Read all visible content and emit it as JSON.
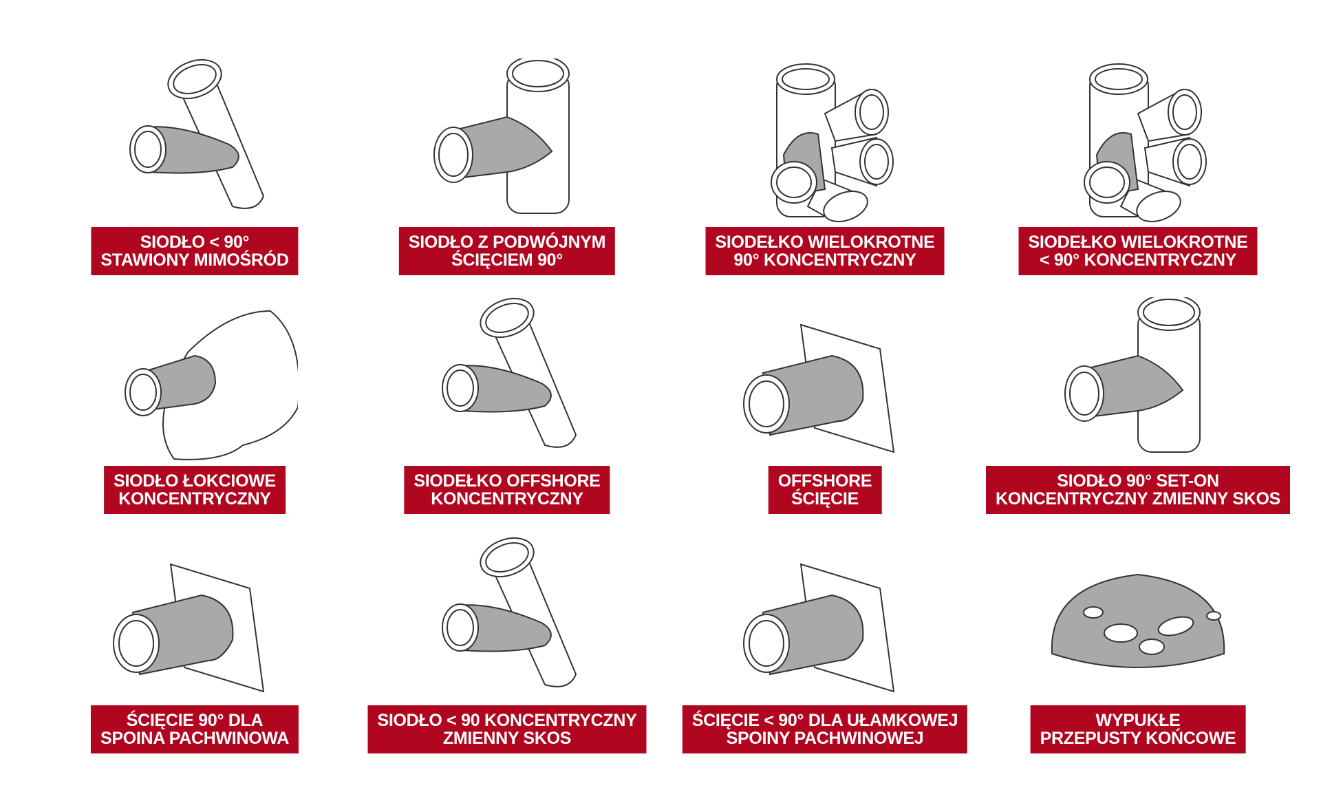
{
  "items": [
    {
      "lines": [
        "SIODŁO < 90°",
        "STAWIONY MIMOŚRÓD"
      ],
      "illustration": "angled-saddle-icon"
    },
    {
      "lines": [
        "SIODŁO Z PODWÓJNYM",
        "ŚCIĘCIEM 90°"
      ],
      "illustration": "tee-saddle-icon"
    },
    {
      "lines": [
        "SIODEŁKO WIELOKROTNE",
        "90° KONCENTRYCZNY"
      ],
      "illustration": "multi-saddle-icon"
    },
    {
      "lines": [
        "SIODEŁKO WIELOKROTNE",
        "< 90° KONCENTRYCZNY"
      ],
      "illustration": "multi-saddle-icon"
    },
    {
      "lines": [
        "SIODŁO ŁOKCIOWE",
        "KONCENTRYCZNY"
      ],
      "illustration": "elbow-saddle-icon"
    },
    {
      "lines": [
        "SIODEŁKO OFFSHORE",
        "KONCENTRYCZNY"
      ],
      "illustration": "angled-saddle-icon"
    },
    {
      "lines": [
        "OFFSHORE",
        "ŚCIĘCIE"
      ],
      "illustration": "plate-cut-icon"
    },
    {
      "lines": [
        "SIODŁO 90° SET-ON",
        "KONCENTRYCZNY ZMIENNY SKOS"
      ],
      "illustration": "tee-saddle-icon"
    },
    {
      "lines": [
        "ŚCIĘCIE 90° DLA",
        "SPOINA PACHWINOWA"
      ],
      "illustration": "plate-cut-icon"
    },
    {
      "lines": [
        "SIODŁO < 90 KONCENTRYCZNY",
        "ZMIENNY SKOS"
      ],
      "illustration": "angled-saddle-icon"
    },
    {
      "lines": [
        "ŚCIĘCIE < 90° DLA UŁAMKOWEJ",
        "SPOINY PACHWINOWEJ"
      ],
      "illustration": "plate-cut-icon"
    },
    {
      "lines": [
        "WYPUKŁE",
        "PRZEPUSTY KOŃCOWE"
      ],
      "illustration": "dome-end-icon"
    }
  ],
  "colors": {
    "label_bg": "#b0061f",
    "pipe_fill": "#a9a9a9"
  }
}
